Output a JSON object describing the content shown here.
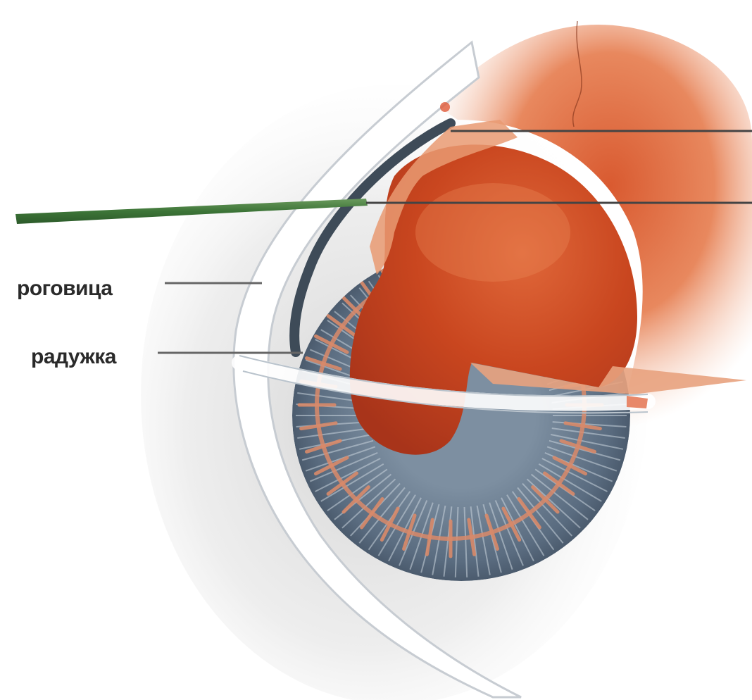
{
  "labels": {
    "cornea": "роговица",
    "iris": "радужка"
  },
  "colors": {
    "background": "#ffffff",
    "lens_red": "#c8401c",
    "outer_orange": "#e88058",
    "iris_blue": "#5c6f82",
    "iris_vessels": "#d98a6a",
    "cornea_edge": "#c7ccd2",
    "skin_shadow": "#d8d8d8",
    "leader_line": "#555555",
    "pointer_green": "#3f7a3c"
  },
  "icons": {
    "pointer": "green-pointer-rod"
  }
}
